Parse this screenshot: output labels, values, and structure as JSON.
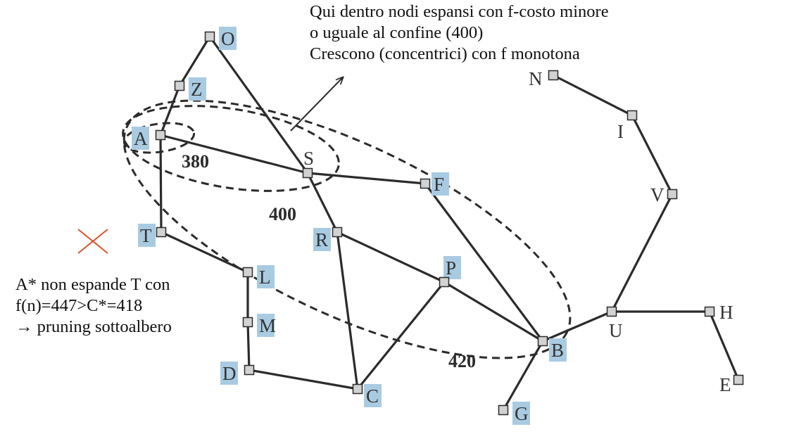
{
  "graph": {
    "nodes": [
      {
        "id": "O",
        "label": "O",
        "highlight": true
      },
      {
        "id": "Z",
        "label": "Z",
        "highlight": true
      },
      {
        "id": "A",
        "label": "A",
        "highlight": true
      },
      {
        "id": "S",
        "label": "S",
        "highlight": false
      },
      {
        "id": "F",
        "label": "F",
        "highlight": true
      },
      {
        "id": "T",
        "label": "T",
        "highlight": true
      },
      {
        "id": "R",
        "label": "R",
        "highlight": true
      },
      {
        "id": "L",
        "label": "L",
        "highlight": true
      },
      {
        "id": "M",
        "label": "M",
        "highlight": true
      },
      {
        "id": "D",
        "label": "D",
        "highlight": true
      },
      {
        "id": "C",
        "label": "C",
        "highlight": true
      },
      {
        "id": "P",
        "label": "P",
        "highlight": true
      },
      {
        "id": "B",
        "label": "B",
        "highlight": true
      },
      {
        "id": "G",
        "label": "G",
        "highlight": true
      },
      {
        "id": "U",
        "label": "U",
        "highlight": false
      },
      {
        "id": "H",
        "label": "H",
        "highlight": false
      },
      {
        "id": "E",
        "label": "E",
        "highlight": false
      },
      {
        "id": "V",
        "label": "V",
        "highlight": false
      },
      {
        "id": "I",
        "label": "I",
        "highlight": false
      },
      {
        "id": "N",
        "label": "N",
        "highlight": false
      }
    ],
    "edges": [
      [
        "O",
        "Z"
      ],
      [
        "Z",
        "A"
      ],
      [
        "O",
        "S"
      ],
      [
        "A",
        "S"
      ],
      [
        "A",
        "T"
      ],
      [
        "T",
        "L"
      ],
      [
        "L",
        "M"
      ],
      [
        "M",
        "D"
      ],
      [
        "D",
        "C"
      ],
      [
        "S",
        "F"
      ],
      [
        "S",
        "R"
      ],
      [
        "R",
        "C"
      ],
      [
        "R",
        "P"
      ],
      [
        "P",
        "C"
      ],
      [
        "P",
        "B"
      ],
      [
        "F",
        "B"
      ],
      [
        "B",
        "G"
      ],
      [
        "B",
        "U"
      ],
      [
        "U",
        "H"
      ],
      [
        "H",
        "E"
      ],
      [
        "U",
        "V"
      ],
      [
        "V",
        "I"
      ],
      [
        "I",
        "N"
      ]
    ]
  },
  "contours": [
    {
      "label": "380"
    },
    {
      "label": "400"
    },
    {
      "label": "420"
    }
  ],
  "annotations": {
    "top_note": [
      "Qui dentro nodi espansi con f-costo minore",
      "o uguale al confine (400)",
      "Crescono (concentrici) con f monotona"
    ],
    "left_note": [
      "A* non espande T con",
      "f(n)=447>C*=418",
      "→ pruning sottoalbero"
    ]
  },
  "colors": {
    "highlight": "#a9cbe2",
    "node_fill": "#d2d2d2",
    "edge": "#2b2b2b",
    "cross_mark": "#d9542b",
    "text": "#111111"
  },
  "icons": {
    "cross_mark": "x-mark-icon",
    "arrow": "arrow-icon"
  }
}
